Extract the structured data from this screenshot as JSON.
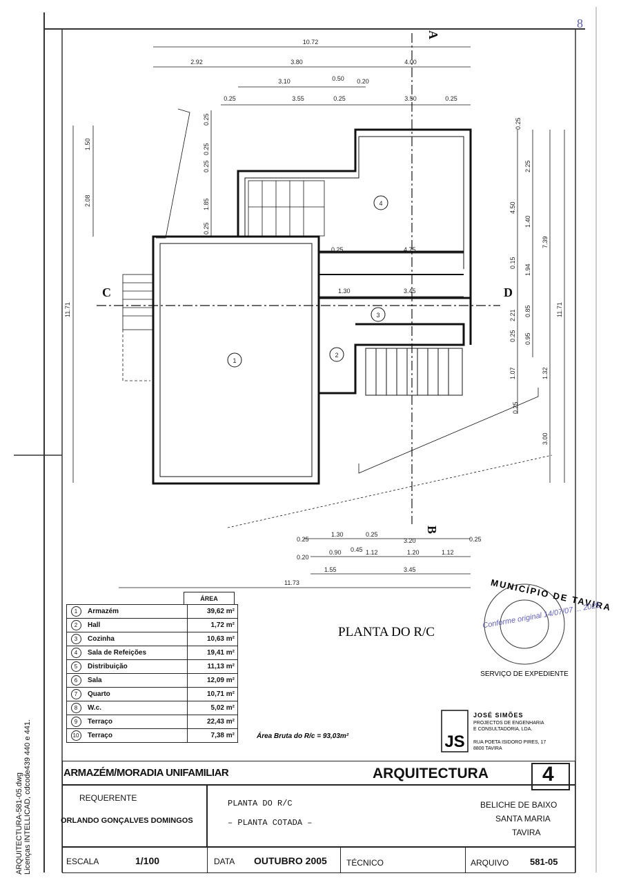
{
  "stamp_number": "8",
  "drawing": {
    "title": "PLANTA DO R/C",
    "section_labels": {
      "c": "C",
      "d": "D",
      "a": "A",
      "b": "B"
    },
    "gross_area": "Área Bruta do R/c = 93,03m²",
    "room_markers": [
      "1",
      "2",
      "3",
      "4"
    ],
    "dims_top": [
      "10.72",
      "2.92",
      "3.80",
      "4.00",
      "3.10",
      "0.50",
      "0.20",
      "0.25",
      "3.55",
      "0.25",
      "3.50",
      "0.25"
    ],
    "dims_inner": [
      "0.25",
      "4.75",
      "1.30",
      "3.45"
    ],
    "dims_left": [
      "1.50",
      "2.08",
      "11.71"
    ],
    "dims_leftinner": [
      "0.25",
      "0.25",
      "0.25",
      "1.85",
      "0.25"
    ],
    "dims_right": [
      "0.25",
      "2.25",
      "4.50",
      "1.40",
      "7.39",
      "0.15",
      "1.94",
      "2.21",
      "0.85",
      "0.25",
      "0.95",
      "11.71",
      "1.07",
      "1.32",
      "0.25",
      "3.00"
    ],
    "dims_bottom": [
      "0.25",
      "1.30",
      "0.25",
      "3.20",
      "0.25",
      "0.20",
      "0.90",
      "0.45",
      "1.12",
      "1.20",
      "1.12",
      "1.55",
      "3.45",
      "11.73"
    ]
  },
  "area_table": {
    "header": "ÁREA",
    "rows": [
      {
        "n": "1",
        "name": "Armazém",
        "area": "39,62 m²"
      },
      {
        "n": "2",
        "name": "Hall",
        "area": "1,72 m²"
      },
      {
        "n": "3",
        "name": "Cozinha",
        "area": "10,63 m²"
      },
      {
        "n": "4",
        "name": "Sala de Refeições",
        "area": "19,41 m²"
      },
      {
        "n": "5",
        "name": "Distribuição",
        "area": "11,13 m²"
      },
      {
        "n": "6",
        "name": "Sala",
        "area": "12,09 m²"
      },
      {
        "n": "7",
        "name": "Quarto",
        "area": "10,71 m²"
      },
      {
        "n": "8",
        "name": "W.c.",
        "area": "5,02 m²"
      },
      {
        "n": "9",
        "name": "Terraço",
        "area": "22,43 m²"
      },
      {
        "n": "10",
        "name": "Terraço",
        "area": "7,38 m²"
      }
    ]
  },
  "seal": {
    "ring": "MUNICÍPIO DE TAVIRA",
    "handwritten": "Conforme original 14/07/07 ... 2025",
    "service": "SERVIÇO DE EXPEDIENTE"
  },
  "company": {
    "name": "JOSÉ SIMÕES",
    "line1": "PROJECTOS DE ENGENHARIA",
    "line2": "E CONSULTADORIA, LDA.",
    "address1": "RUA POETA ISIDORO PIRES, 17",
    "address2": "8800 TAVIRA"
  },
  "side_text": {
    "line1": "ARQUITECTURA-581-05.dwg",
    "line2": "Licenças INTELLICAD, cdcode439 440 e 441."
  },
  "title_block": {
    "project": "ARMAZÉM/MORADIA UNIFAMILIAR",
    "discipline": "ARQUITECTURA",
    "sheet": "4",
    "req_label": "REQUERENTE",
    "req_name": "ORLANDO GONÇALVES DOMINGOS",
    "plan1": "PLANTA DO R/C",
    "plan2": "– PLANTA COTADA –",
    "loc1": "BELICHE DE BAIXO",
    "loc2": "SANTA MARIA",
    "loc3": "TAVIRA",
    "scale_label": "ESCALA",
    "scale": "1/100",
    "date_label": "DATA",
    "date": "OUTUBRO 2005",
    "tech_label": "TÉCNICO",
    "archive_label": "ARQUIVO",
    "archive": "581-05"
  }
}
